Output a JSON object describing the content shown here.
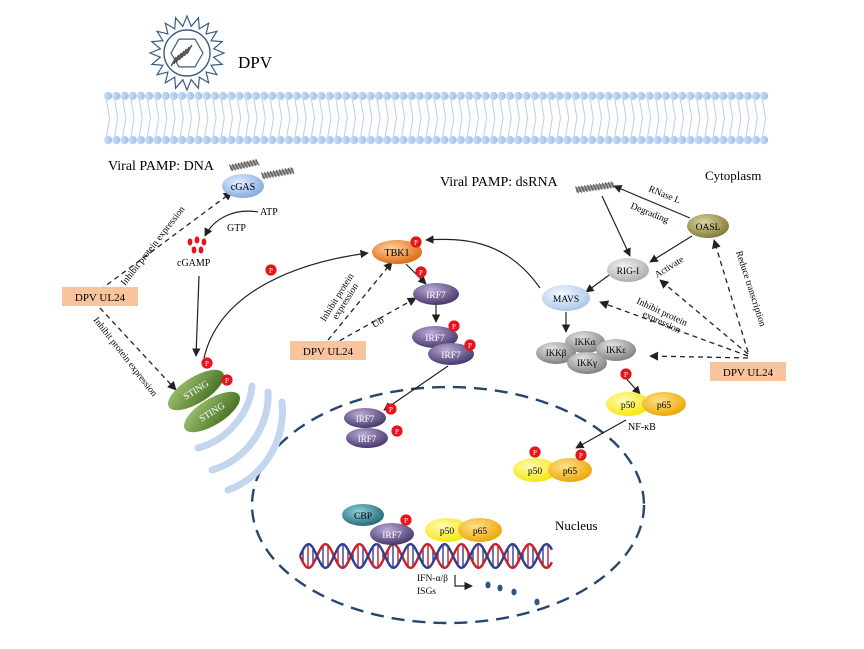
{
  "virus": {
    "name": "DPV"
  },
  "compartments": {
    "cytoplasm": "Cytoplasm",
    "nucleus": "Nucleus"
  },
  "pamps": {
    "dna": "Viral PAMP: DNA",
    "dsrna": "Viral PAMP: dsRNA"
  },
  "dna_pathway": {
    "cgas": "cGAS",
    "atp": "ATP",
    "gtp": "GTP",
    "cgamp": "cGAMP",
    "sting_a": "STING",
    "sting_b": "STING",
    "ul24": "DPV UL24",
    "inhibit_upper": "Inhibit protein expression",
    "inhibit_lower": "Inhibit protein expression"
  },
  "center_pathway": {
    "tbk1": "TBK1",
    "irf7": "IRF7",
    "irf7_dimer_a": "IRF7",
    "irf7_dimer_b": "IRF7",
    "ub": "Ub",
    "ul24": "DPV UL24",
    "inhibit_line1": "Inhibit protein",
    "inhibit_line2": "expression"
  },
  "rna_pathway": {
    "oasl": "OASL",
    "rnase_l": "RNase L",
    "degrading": "Degrading",
    "rigi": "RIG-I",
    "activate": "Activate",
    "mavs": "MAVS",
    "ikka": "IKKα",
    "ikkb": "IKKβ",
    "ikke": "IKKε",
    "ikkg": "IKKγ",
    "p50": "p50",
    "p65": "p65",
    "nfkb": "NF-κB",
    "ul24": "DPV UL24",
    "inhibit_line1": "Inhibit protein",
    "inhibit_line2": "expression",
    "reduce": "Reduce transcription"
  },
  "nucleus_contents": {
    "irf7_a": "IRF7",
    "irf7_b": "IRF7",
    "p50": "p50",
    "p65": "p65",
    "cbp": "CBP",
    "irf7_complex": "IRF7",
    "p50_complex": "p50",
    "p65_complex": "p65",
    "ifn": "IFN-α/β",
    "isgs": "ISGs"
  },
  "phospho_label": "P",
  "colors": {
    "membrane": "#a9c8ee",
    "nucleus_border": "#27466d",
    "ul24_box": "#f7c49e",
    "cgas": "#9ec1ea",
    "sting": "#4c7a22",
    "tbk1": "#e9791f",
    "irf7": "#5a467e",
    "oasl": "#a09650",
    "mavs": "#c3d7ef",
    "ikk": "#8f8f8f",
    "p50": "#fef200",
    "p65": "#f3b800",
    "cbp": "#2e7e8e",
    "phospho": "#e8141b",
    "dna_red": "#c8202a",
    "dna_blue": "#2e3f92"
  }
}
